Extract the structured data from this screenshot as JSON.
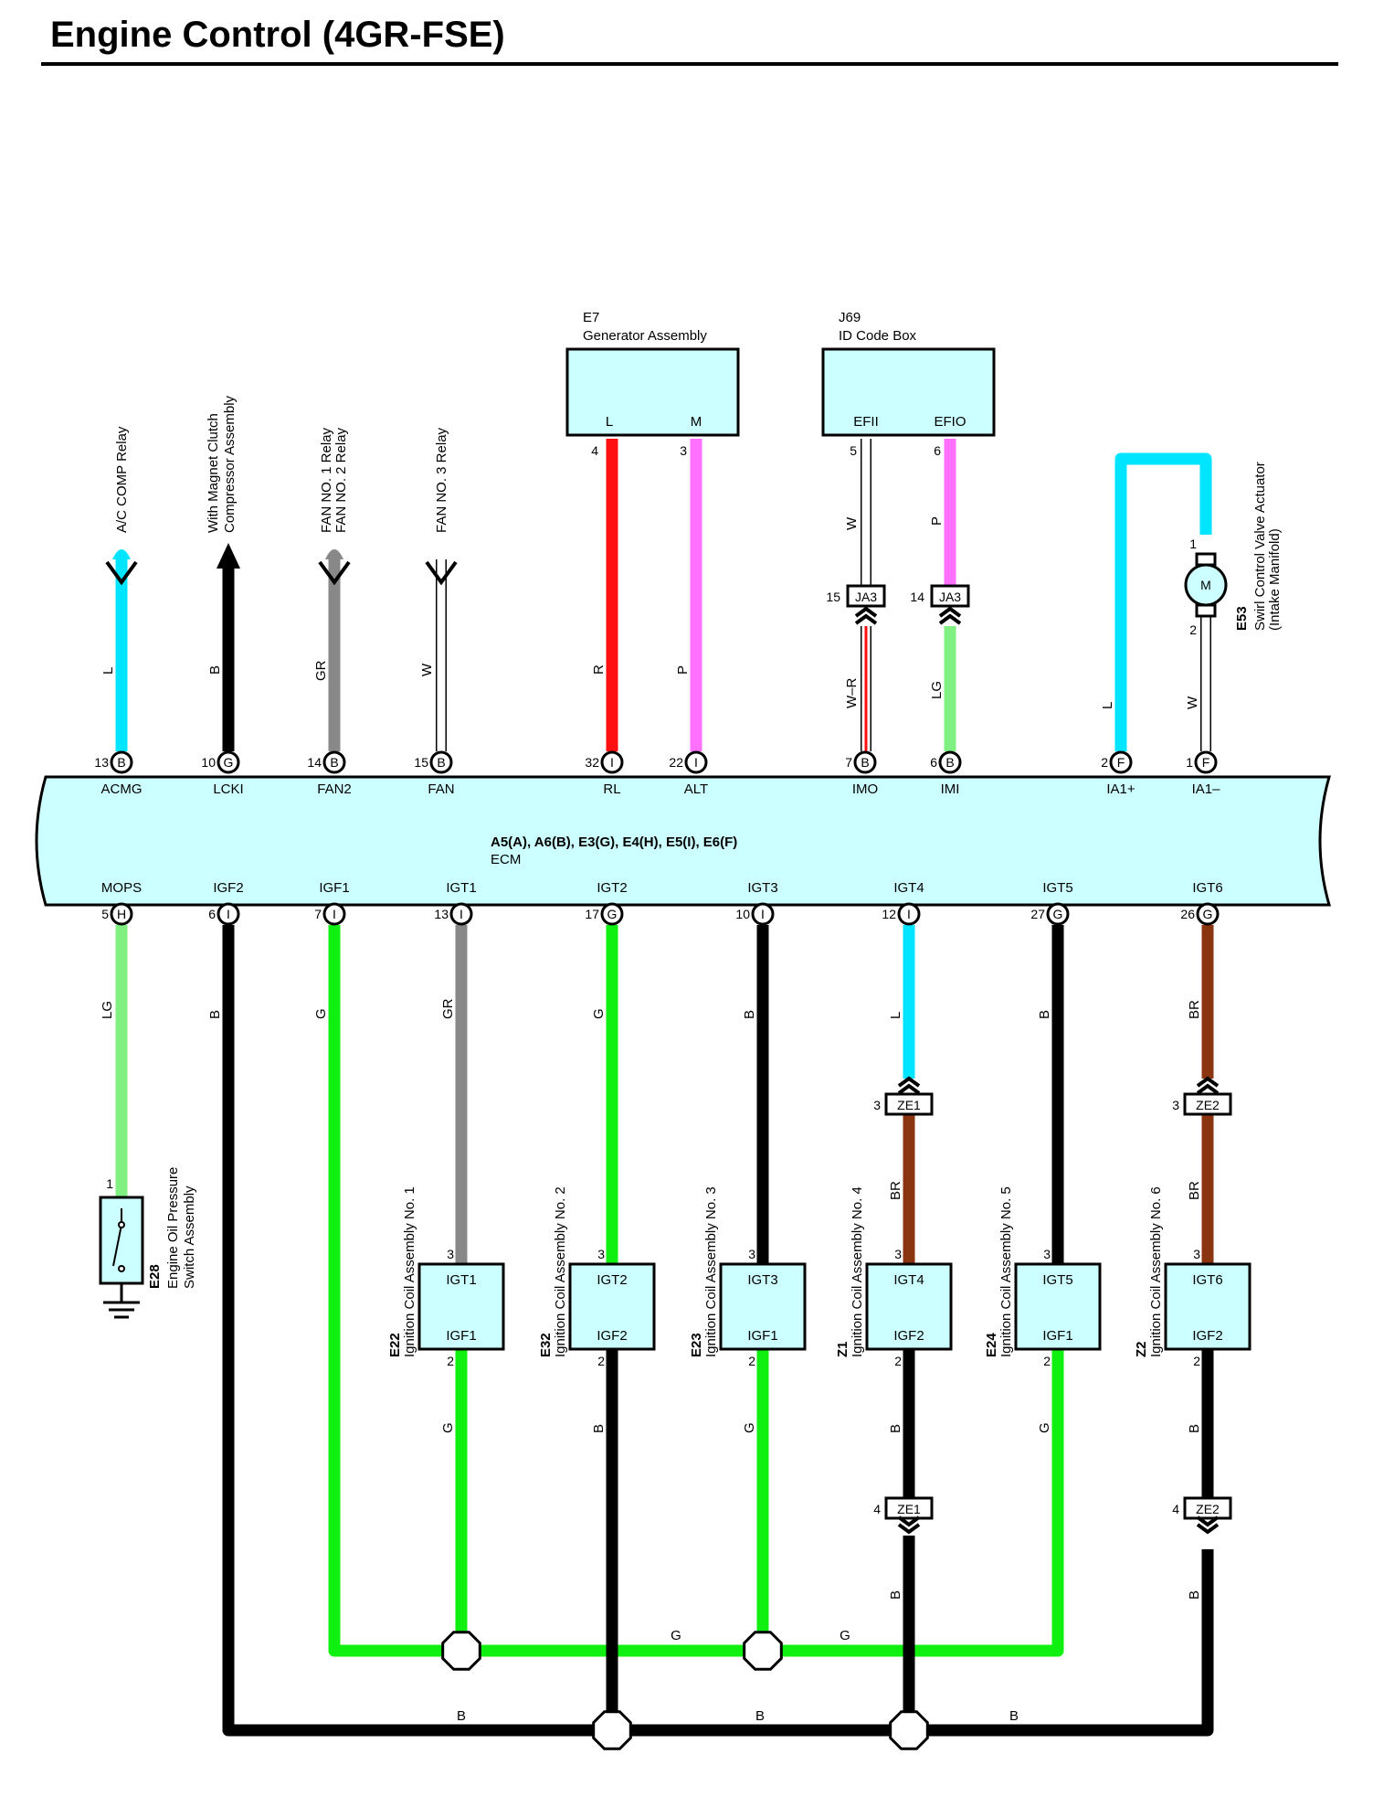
{
  "title": "Engine Control (4GR-FSE)",
  "ecm": {
    "connectors": "A5(A), A6(B), E3(G), E4(H), E5(I), E6(F)",
    "name": "ECM",
    "top_pins": [
      {
        "pin": "13",
        "conn": "B",
        "term": "ACMG",
        "wire": "L"
      },
      {
        "pin": "10",
        "conn": "G",
        "term": "LCKI",
        "wire": "B"
      },
      {
        "pin": "14",
        "conn": "B",
        "term": "FAN2",
        "wire": "GR"
      },
      {
        "pin": "15",
        "conn": "B",
        "term": "FAN",
        "wire": "W"
      },
      {
        "pin": "32",
        "conn": "I",
        "term": "RL",
        "wire": "R"
      },
      {
        "pin": "22",
        "conn": "I",
        "term": "ALT",
        "wire": "P"
      },
      {
        "pin": "7",
        "conn": "B",
        "term": "IMO",
        "wire": "W–R"
      },
      {
        "pin": "6",
        "conn": "B",
        "term": "IMI",
        "wire": "LG"
      },
      {
        "pin": "2",
        "conn": "F",
        "term": "IA1+",
        "wire": "L"
      },
      {
        "pin": "1",
        "conn": "F",
        "term": "IA1–",
        "wire": "W"
      }
    ],
    "bottom_pins": [
      {
        "pin": "5",
        "conn": "H",
        "term": "MOPS",
        "wire": "LG"
      },
      {
        "pin": "6",
        "conn": "I",
        "term": "IGF2",
        "wire": "B"
      },
      {
        "pin": "7",
        "conn": "I",
        "term": "IGF1",
        "wire": "G"
      },
      {
        "pin": "13",
        "conn": "I",
        "term": "IGT1",
        "wire": "GR"
      },
      {
        "pin": "17",
        "conn": "G",
        "term": "IGT2",
        "wire": "G"
      },
      {
        "pin": "10",
        "conn": "I",
        "term": "IGT3",
        "wire": "B"
      },
      {
        "pin": "12",
        "conn": "I",
        "term": "IGT4",
        "wire": "L"
      },
      {
        "pin": "27",
        "conn": "G",
        "term": "IGT5",
        "wire": "B"
      },
      {
        "pin": "26",
        "conn": "G",
        "term": "IGT6",
        "wire": "BR"
      }
    ]
  },
  "destinations": {
    "ac_comp": "A/C COMP Relay",
    "magnet_line1": "With Magnet Clutch",
    "magnet_line2": "Compressor Assembly",
    "fan12_line1": "FAN NO. 1 Relay",
    "fan12_line2": "FAN NO. 2 Relay",
    "fan3": "FAN NO. 3 Relay"
  },
  "generator": {
    "code": "E7",
    "name": "Generator Assembly",
    "terminals": [
      "L",
      "M"
    ],
    "pins": [
      "4",
      "3"
    ]
  },
  "id_code_box": {
    "code": "J69",
    "name": "ID Code Box",
    "terminals": [
      "EFII",
      "EFIO"
    ],
    "pins": [
      "5",
      "6"
    ],
    "wires": [
      "W",
      "P"
    ]
  },
  "junction_ja3": {
    "label": "JA3",
    "pins": [
      "15",
      "14"
    ]
  },
  "swirl": {
    "code": "E53",
    "line1": "Swirl Control Valve Actuator",
    "line2": "(Intake Manifold)",
    "motor": "M",
    "pins": [
      "1",
      "2"
    ]
  },
  "oil_switch": {
    "code": "E28",
    "line1": "Engine Oil Pressure",
    "line2": "Switch Assembly",
    "pin": "1"
  },
  "junction_ze": {
    "ze1": "ZE1",
    "ze2": "ZE2",
    "pin_top": "3",
    "pin_bottom": "4"
  },
  "coils": [
    {
      "code": "E22",
      "name": "Ignition Coil Assembly No. 1",
      "igt": "IGT1",
      "igf": "IGF1",
      "pin_top": "3",
      "pin_bottom": "2",
      "wire_bottom": "G"
    },
    {
      "code": "E32",
      "name": "Ignition Coil Assembly No. 2",
      "igt": "IGT2",
      "igf": "IGF2",
      "pin_top": "3",
      "pin_bottom": "2",
      "wire_bottom": "B"
    },
    {
      "code": "E23",
      "name": "Ignition Coil Assembly No. 3",
      "igt": "IGT3",
      "igf": "IGF1",
      "pin_top": "3",
      "pin_bottom": "2",
      "wire_bottom": "G"
    },
    {
      "code": "Z1",
      "name": "Ignition Coil Assembly No. 4",
      "igt": "IGT4",
      "igf": "IGF2",
      "pin_top": "3",
      "pin_bottom": "2",
      "wire_bottom": "B"
    },
    {
      "code": "E24",
      "name": "Ignition Coil Assembly No. 5",
      "igt": "IGT5",
      "igf": "IGF1",
      "pin_top": "3",
      "pin_bottom": "2",
      "wire_bottom": "G"
    },
    {
      "code": "Z2",
      "name": "Ignition Coil Assembly No. 6",
      "igt": "IGT6",
      "igf": "IGF2",
      "pin_top": "3",
      "pin_bottom": "2",
      "wire_bottom": "B"
    }
  ],
  "mid_wires": {
    "z1": "BR",
    "z2": "BR",
    "z1_low": "B",
    "z2_low": "B"
  },
  "bus": {
    "g1": "G",
    "g2": "G",
    "b1": "B",
    "b2": "B",
    "b3": "B"
  },
  "colors": {
    "L": "#00e5ff",
    "B": "#000000",
    "GR": "#888888",
    "W": "#ffffff",
    "R": "#ff1010",
    "P": "#ff70ff",
    "LG": "#80f080",
    "G": "#10f010",
    "BR": "#8b3410",
    "box_fill": "#ccffff"
  }
}
